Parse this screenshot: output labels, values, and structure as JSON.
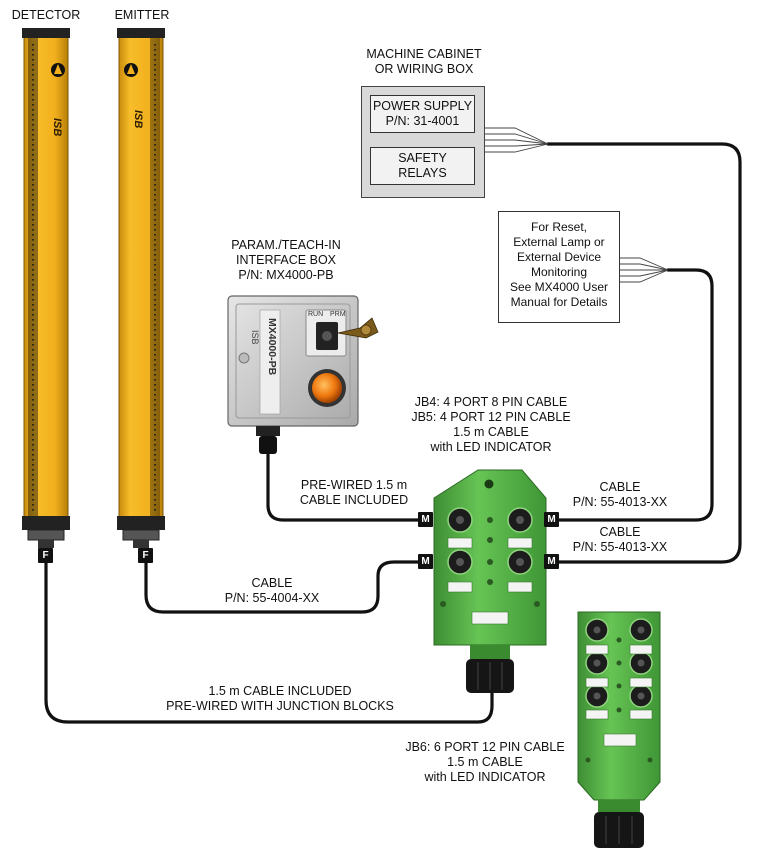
{
  "labels": {
    "detector": "DETECTOR",
    "emitter": "EMITTER",
    "cabinet_title": "MACHINE CABINET\nOR WIRING BOX",
    "power_supply": "POWER SUPPLY\nP/N: 31-4001",
    "safety_relays": "SAFETY\nRELAYS",
    "reset_note": "For Reset,\nExternal Lamp or\nExternal Device\nMonitoring\nSee MX4000 User\nManual for Details",
    "param_box": "PARAM./TEACH-IN\nINTERFACE BOX\nP/N: MX4000-PB",
    "jb4_jb5": "JB4:  4 PORT  8 PIN CABLE\nJB5:  4 PORT  12 PIN CABLE\n1.5 m CABLE\nwith LED INDICATOR",
    "prewired": "PRE-WIRED  1.5 m\nCABLE INCLUDED",
    "cable_upper": "CABLE\nP/N: 55-4013-XX",
    "cable_lower": "CABLE\nP/N: 55-4013-XX",
    "cable_4004": "CABLE\nP/N: 55-4004-XX",
    "cable_included": "1.5 m CABLE INCLUDED\nPRE-WIRED WITH JUNCTION BLOCKS",
    "jb6": "JB6:  6 PORT  12 PIN CABLE\n1.5 m CABLE\nwith LED INDICATOR"
  },
  "devices": {
    "brand_mark": "ISB",
    "param_box_side_text": "MX4000-PB",
    "param_box_side_sub": "ISB",
    "param_box_run": "RUN",
    "param_box_prm": "PRM"
  },
  "connectors": {
    "male": "M",
    "female": "F"
  },
  "colors": {
    "light_curtain": "#f2b01e",
    "junction_block": "#58b848",
    "cabinet": "#d9d9d9",
    "cable": "#111111",
    "lamp": "#f07a10"
  }
}
